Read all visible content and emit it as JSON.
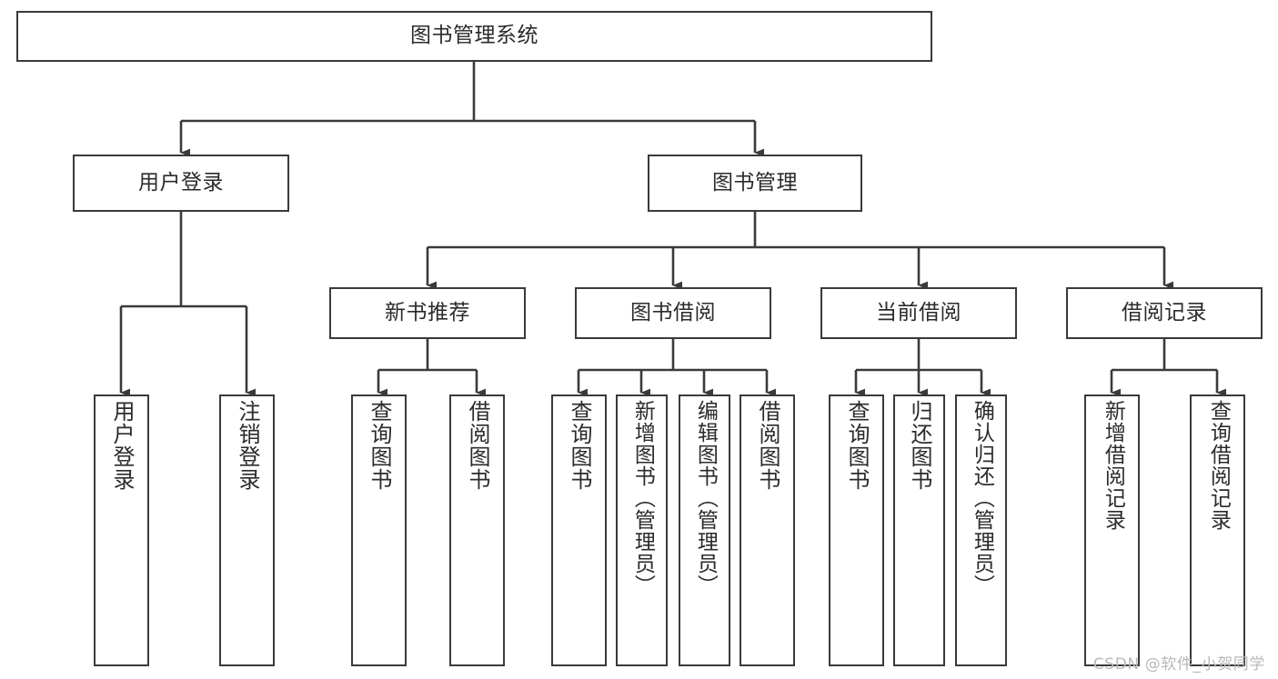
{
  "diagram": {
    "type": "tree",
    "title": "图书管理系统",
    "watermark": "CSDN @软件_小贺同学",
    "colors": {
      "stroke": "#3a3a3a",
      "fill": "#ffffff",
      "text": "#2b2b2b",
      "watermark": "#b9b9b9"
    },
    "nodes": {
      "root": {
        "label": "图书管理系统",
        "level": 1,
        "orientation": "horizontal"
      },
      "l2": [
        {
          "id": "user-login",
          "label": "用户登录",
          "level": 2,
          "orientation": "horizontal"
        },
        {
          "id": "book-manage",
          "label": "图书管理",
          "level": 2,
          "orientation": "horizontal"
        }
      ],
      "l3": [
        {
          "id": "new-book-rec",
          "label": "新书推荐",
          "level": 3,
          "orientation": "horizontal",
          "parent": "book-manage"
        },
        {
          "id": "book-borrow",
          "label": "图书借阅",
          "level": 3,
          "orientation": "horizontal",
          "parent": "book-manage"
        },
        {
          "id": "current-borrow",
          "label": "当前借阅",
          "level": 3,
          "orientation": "horizontal",
          "parent": "book-manage"
        },
        {
          "id": "borrow-record",
          "label": "借阅记录",
          "level": 3,
          "orientation": "horizontal",
          "parent": "book-manage"
        }
      ],
      "leaves": [
        {
          "id": "leaf-user-login",
          "label": "用户登录",
          "parent": "user-login",
          "orientation": "vertical"
        },
        {
          "id": "leaf-user-logout",
          "label": "注销登录",
          "parent": "user-login",
          "orientation": "vertical"
        },
        {
          "id": "leaf-rec-query",
          "label": "查询图书",
          "parent": "new-book-rec",
          "orientation": "vertical"
        },
        {
          "id": "leaf-rec-borrow",
          "label": "借阅图书",
          "parent": "new-book-rec",
          "orientation": "vertical"
        },
        {
          "id": "leaf-borrow-query",
          "label": "查询图书",
          "parent": "book-borrow",
          "orientation": "vertical"
        },
        {
          "id": "leaf-borrow-add",
          "label": "新增图书（管理员）",
          "parent": "book-borrow",
          "orientation": "vertical"
        },
        {
          "id": "leaf-borrow-edit",
          "label": "编辑图书（管理员）",
          "parent": "book-borrow",
          "orientation": "vertical"
        },
        {
          "id": "leaf-borrow-do",
          "label": "借阅图书",
          "parent": "book-borrow",
          "orientation": "vertical"
        },
        {
          "id": "leaf-cur-query",
          "label": "查询图书",
          "parent": "current-borrow",
          "orientation": "vertical"
        },
        {
          "id": "leaf-cur-return",
          "label": "归还图书",
          "parent": "current-borrow",
          "orientation": "vertical"
        },
        {
          "id": "leaf-cur-confirm",
          "label": "确认归还（管理员）",
          "parent": "current-borrow",
          "orientation": "vertical"
        },
        {
          "id": "leaf-rec-add",
          "label": "新增借阅记录",
          "parent": "borrow-record",
          "orientation": "vertical"
        },
        {
          "id": "leaf-rec-search",
          "label": "查询借阅记录",
          "parent": "borrow-record",
          "orientation": "vertical"
        }
      ]
    }
  }
}
